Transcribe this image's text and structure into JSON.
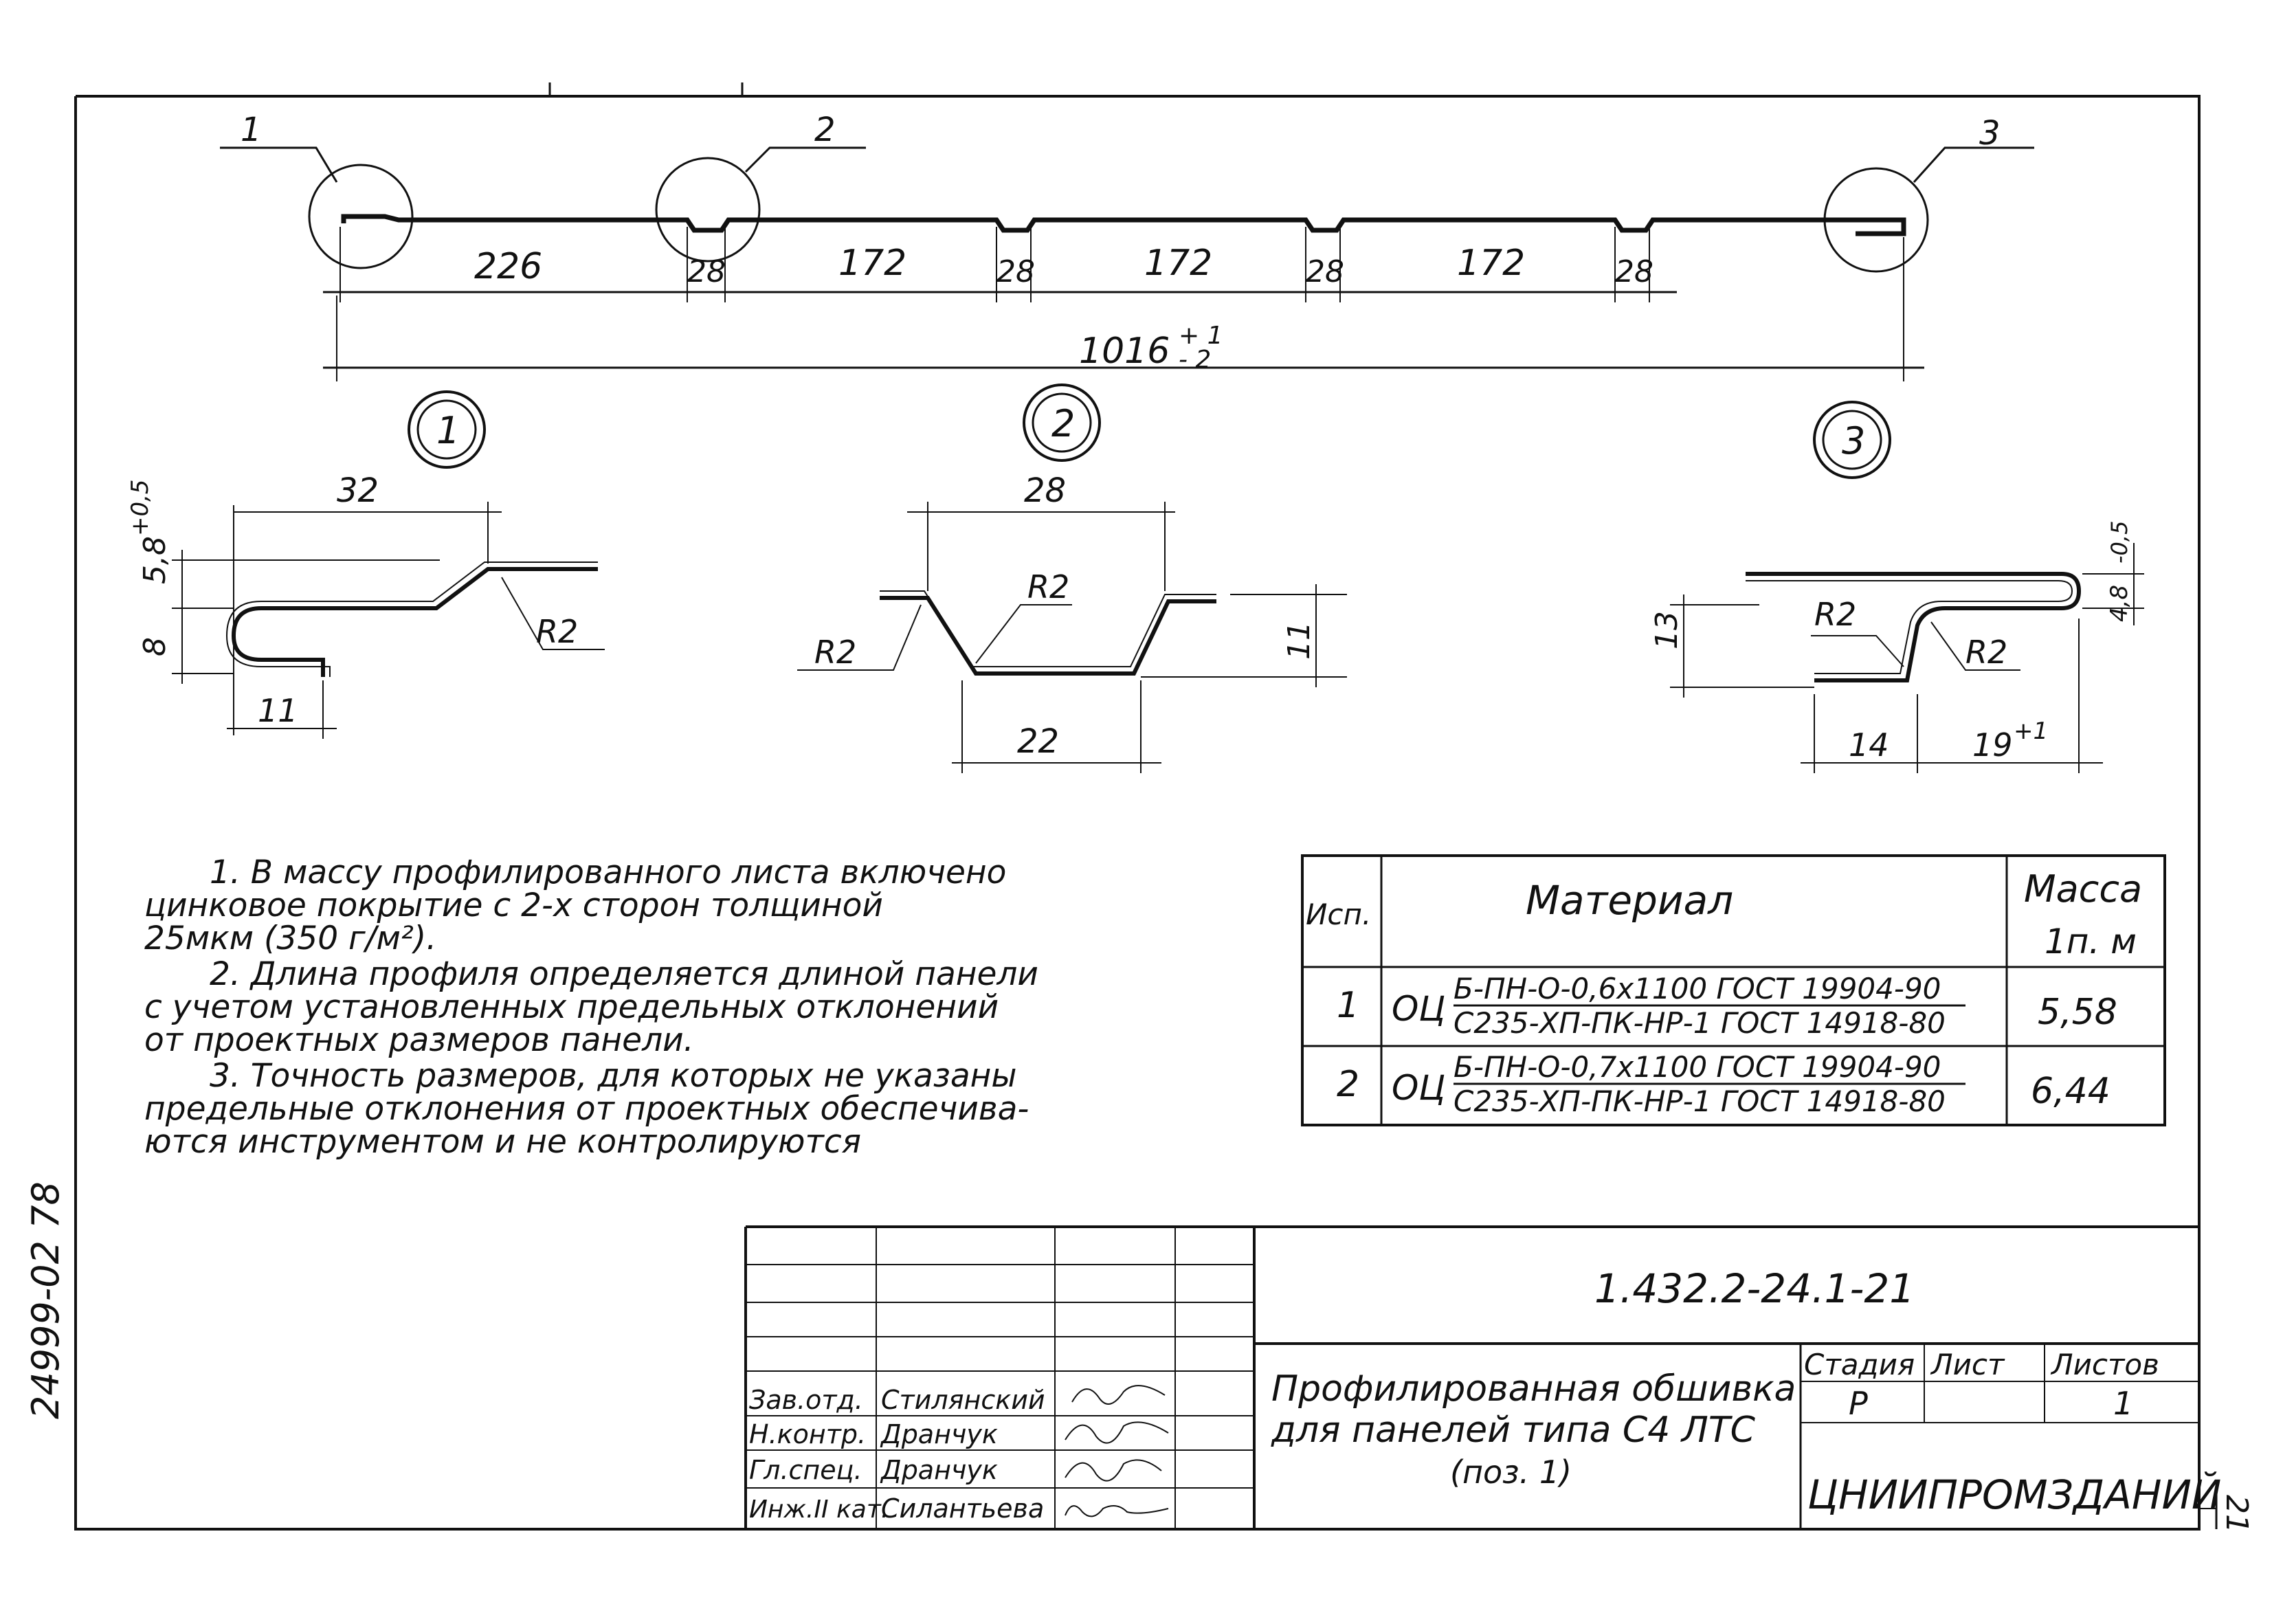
{
  "profile": {
    "callouts": [
      "1",
      "2",
      "3"
    ],
    "dims": [
      "226",
      "28",
      "172",
      "28",
      "172",
      "28",
      "172",
      "28"
    ],
    "overall_main": "1016",
    "overall_tol_upper": "+ 1",
    "overall_tol_lower": "- 2"
  },
  "details": {
    "d1": {
      "label": "1",
      "width_top": "32",
      "height_left": "5,8",
      "height_left_tol": "+0,5",
      "height_left_lower": "8",
      "radius": "R2",
      "width_bottom": "11"
    },
    "d2": {
      "label": "2",
      "width_top": "28",
      "radius_inner": "R2",
      "radius_outer": "R2",
      "height_right": "11",
      "width_bottom": "22"
    },
    "d3": {
      "label": "3",
      "height_left": "13",
      "height_right": "4,8",
      "height_right_tol": "-0,5",
      "radius_left": "R2",
      "radius_right": "R2",
      "width_left": "14",
      "width_right": "19",
      "width_right_tol": "+1"
    }
  },
  "notes": [
    "1. В массу профилированного листа включено",
    "цинковое покрытие с 2-х сторон толщиной",
    "25мкм (350 г/м²).",
    "2. Длина профиля определяется длиной панели",
    "с учетом установленных предельных отклонений",
    "от проектных размеров панели.",
    "3. Точность размеров, для которых не указаны",
    "предельные отклонения от проектных обеспечива-",
    "ются инструментом и не контролируются"
  ],
  "material_table": {
    "headers": {
      "isp": "Исп.",
      "material": "Материал",
      "mass_l1": "Масса",
      "mass_l2": "1п. м"
    },
    "rows": [
      {
        "isp": "1",
        "prefix": "ОЦ",
        "line1": "Б-ПН-О-0,6х1100  ГОСТ 19904-90",
        "line2": "С235-ХП-ПК-НР-1 ГОСТ 14918-80",
        "mass": "5,58"
      },
      {
        "isp": "2",
        "prefix": "ОЦ",
        "line1": "Б-ПН-О-0,7х1100  ГОСТ 19904-90",
        "line2": "С235-ХП-ПК-НР-1 ГОСТ 14918-80",
        "mass": "6,44"
      }
    ]
  },
  "title_block": {
    "doc_code": "1.432.2-24.1-21",
    "title_lines": [
      "Профилированная обшивка",
      "для панелей типа  С4 ЛТС",
      "(поз. 1)"
    ],
    "stage_label": "Стадия",
    "sheet_label": "Лист",
    "sheets_label": "Листов",
    "stage": "Р",
    "sheets": "1",
    "organization": "ЦНИИПРОМЗДАНИЙ",
    "signatures": [
      {
        "role": "Зав.отд.",
        "name": "Стилянский"
      },
      {
        "role": "Н.контр.",
        "name": "Дранчук"
      },
      {
        "role": "Гл.спец.",
        "name": "Дранчук"
      },
      {
        "role": "Инж.II кат.",
        "name": "Силантьева"
      }
    ]
  },
  "margin_code": "24999-02  78",
  "page_number": "21"
}
